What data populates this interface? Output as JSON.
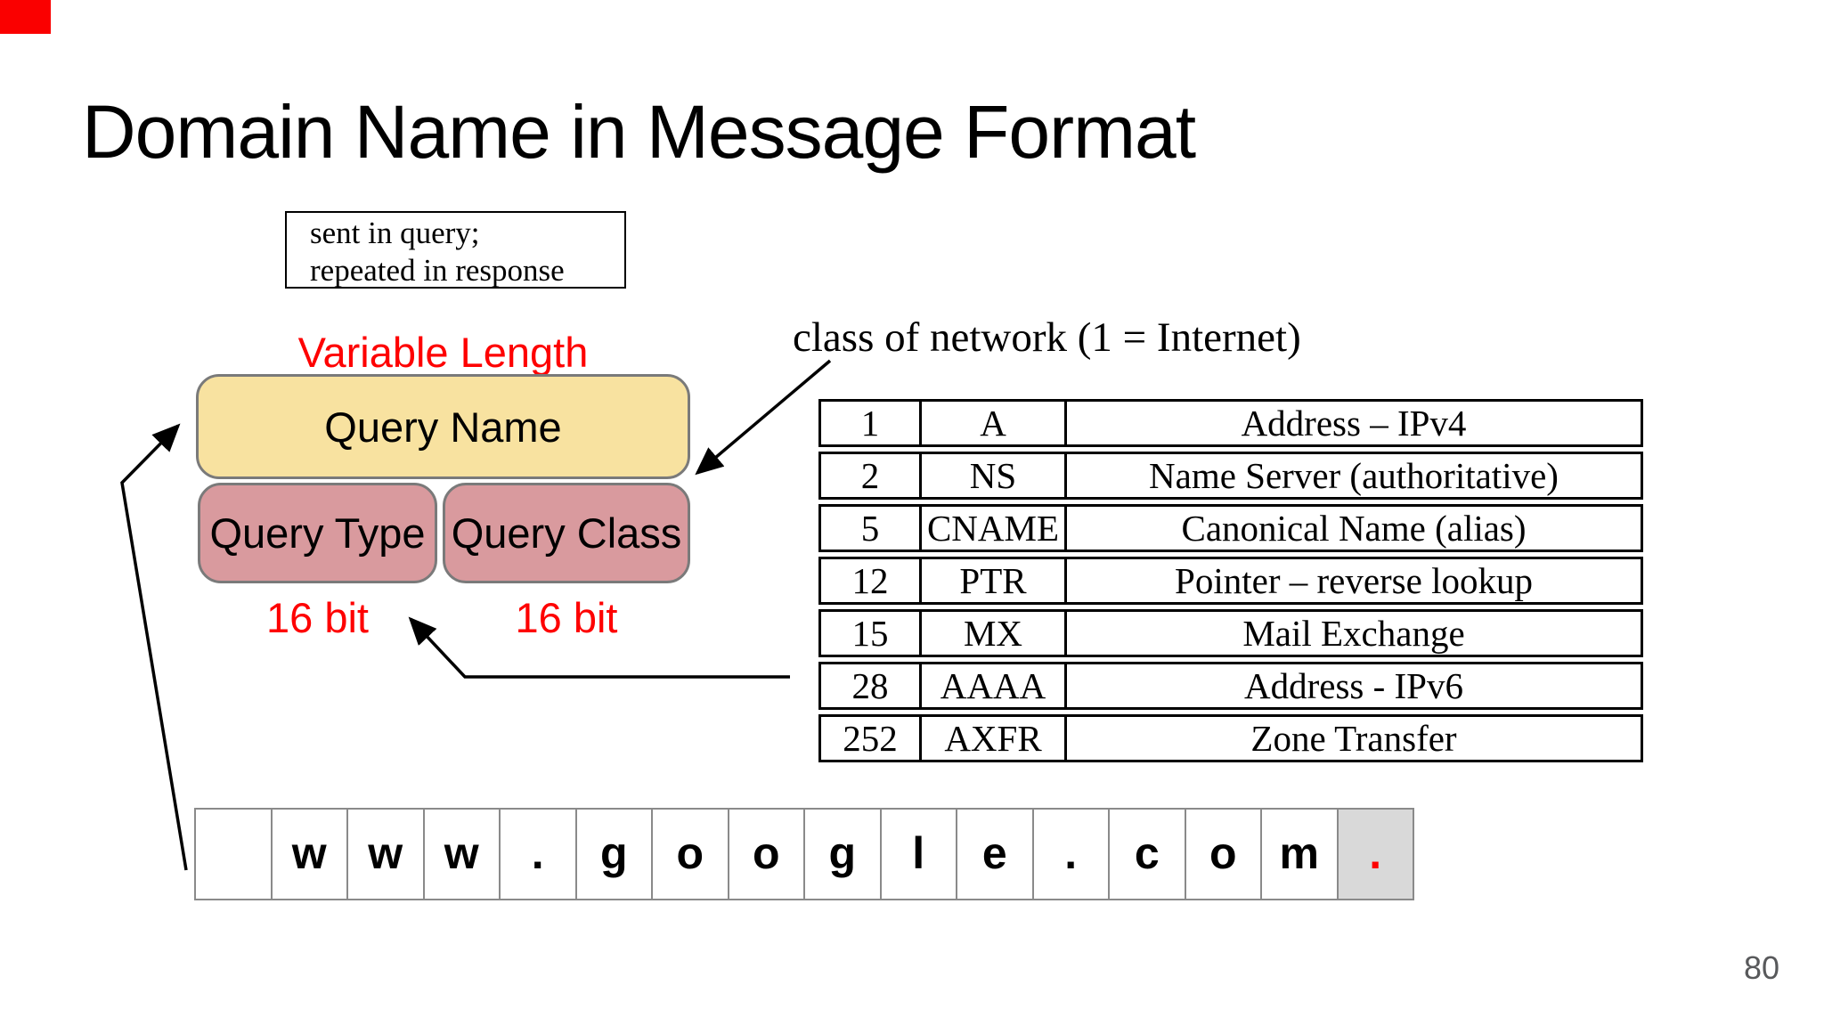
{
  "slide": {
    "title": "Domain Name in Message Format",
    "page_number": "80"
  },
  "note_box": {
    "line1": "sent in query;",
    "line2": "repeated in response"
  },
  "labels": {
    "variable_length": "Variable Length",
    "query_name": "Query Name",
    "query_type": "Query Type",
    "query_class": "Query Class",
    "bit16": "16 bit",
    "class_of_network": "class of network (1 = Internet)"
  },
  "record_types_table": {
    "rows": [
      {
        "value": "1",
        "type": "A",
        "description": "Address – IPv4"
      },
      {
        "value": "2",
        "type": "NS",
        "description": "Name Server (authoritative)"
      },
      {
        "value": "5",
        "type": "CNAME",
        "description": "Canonical Name (alias)"
      },
      {
        "value": "12",
        "type": "PTR",
        "description": "Pointer – reverse lookup"
      },
      {
        "value": "15",
        "type": "MX",
        "description": "Mail Exchange"
      },
      {
        "value": "28",
        "type": "AAAA",
        "description": "Address - IPv6"
      },
      {
        "value": "252",
        "type": "AXFR",
        "description": "Zone Transfer"
      }
    ]
  },
  "domain_cells": {
    "cells": [
      "",
      "w",
      "w",
      "w",
      ".",
      "g",
      "o",
      "o",
      "g",
      "l",
      "e",
      ".",
      "c",
      "o",
      "m",
      "."
    ]
  },
  "colors": {
    "query_name_fill": "#f8e2a0",
    "query_field_fill": "#d99a9e",
    "box_border": "#7a7a7a",
    "red_accent": "#fe0000",
    "shaded_cell": "#d9d9d9",
    "byte_cell_border": "#8a8a8a",
    "page_number_gray": "#58595b",
    "corner_marker_red": "#fa0000"
  }
}
